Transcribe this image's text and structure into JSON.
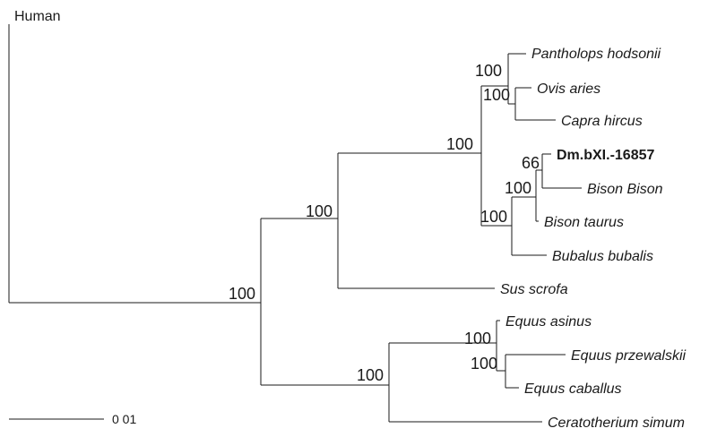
{
  "tree": {
    "taxa": {
      "human": "Human",
      "pantholops": "Pantholops hodsonii",
      "ovis": "Ovis aries",
      "capra": "Capra hircus",
      "dm": "Dm.bXI.-16857",
      "bison_bison": "Bison Bison",
      "bison_taurus": "Bison taurus",
      "bubalus": "Bubalus bubalis",
      "sus": "Sus scrofa",
      "equus_asinus": "Equus asinus",
      "equus_przewalskii": "Equus przewalskii",
      "equus_caballus": "Equus caballus",
      "ceratotherium": "Ceratotherium simum"
    },
    "support": {
      "root_clade": "100",
      "artiodactyla": "100",
      "bovidae": "100",
      "caprinae": "100",
      "ovis_capra": "100",
      "bovinae": "100",
      "bison_group": "100",
      "dm_bison": "66",
      "perissodactyla": "100",
      "equus": "100",
      "equus_sub": "100"
    },
    "scale_bar": {
      "label": "0 01"
    }
  }
}
